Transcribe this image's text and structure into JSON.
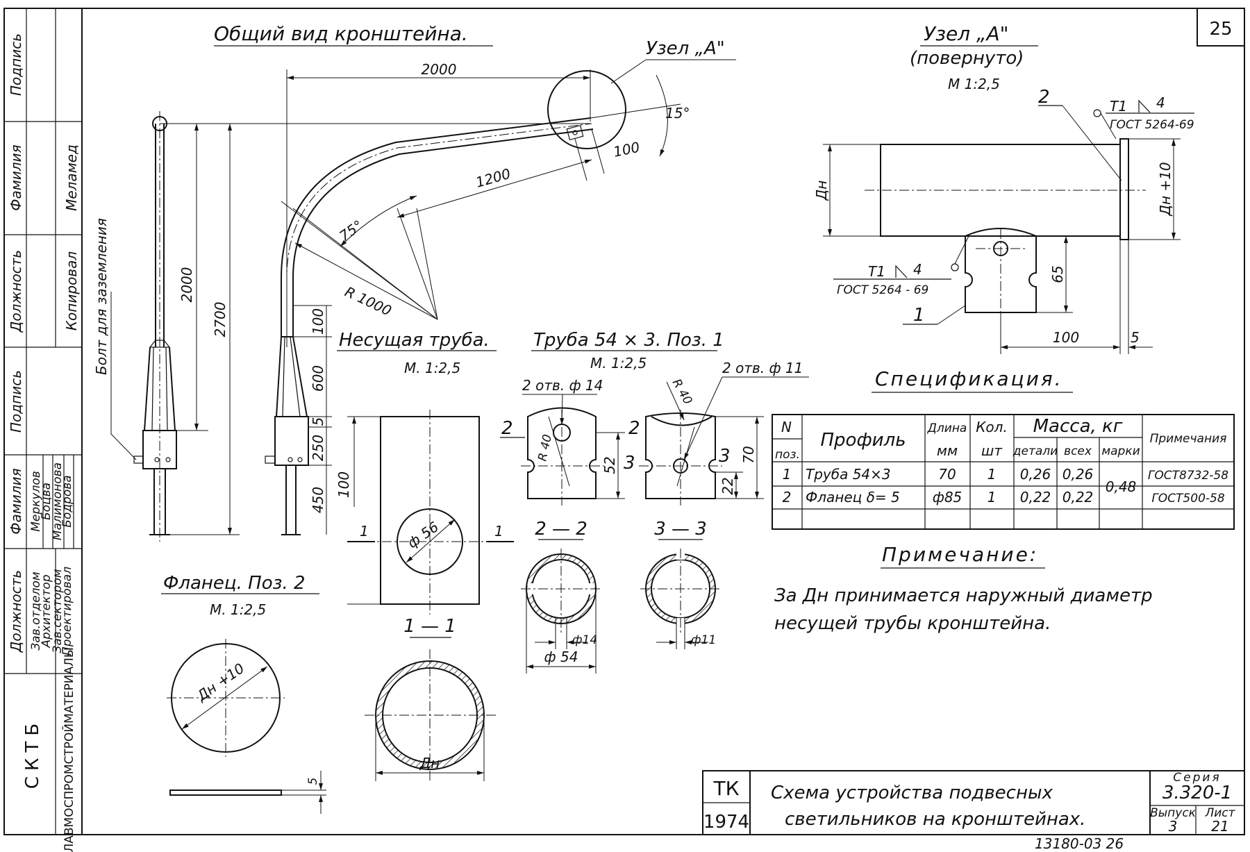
{
  "sheet_number": "25",
  "views": {
    "general_title": "Общий вид кронштейна.",
    "node_callout": "Узел „А\"",
    "node_title": "Узел „А\"",
    "node_subtitle": "(повернуто)",
    "node_scale": "М 1:2,5",
    "pipe_title": "Несущая труба.",
    "pipe_scale": "М. 1:2,5",
    "tube_title": "Труба 54 × 3. Поз. 1",
    "tube_scale": "М. 1:2,5",
    "flange_title": "Фланец. Поз. 2",
    "flange_scale": "М. 1:2,5"
  },
  "dimensions": {
    "d2000_top": "2000",
    "d15deg": "15°",
    "d100_tip": "100",
    "d1200": "1200",
    "d75deg": "75°",
    "r1000": "R 1000",
    "d2000_vert": "2000",
    "d2700": "2700",
    "d100_a": "100",
    "d600": "600",
    "d5": "5",
    "d250": "250",
    "d450": "450",
    "grounding_bolt": "Болт для заземления",
    "d100_pipe": "100",
    "phi56": "ф 56",
    "sec1_left": "1",
    "sec1_right": "1",
    "sec11": "1 — 1",
    "dn_pipe": "Дн",
    "holes14": "2 отв. ф 14",
    "holes11": "2 отв. ф 11",
    "r40_a": "R 40",
    "r40_b": "R 40",
    "d52": "52",
    "d22": "22",
    "d70": "70",
    "mark2_a": "2",
    "mark2_b": "2",
    "mark3_a": "3",
    "mark3_b": "3",
    "sec22": "2 — 2",
    "sec33": "3 — 3",
    "phi14": "ф14",
    "phi54": "ф 54",
    "phi11": "ф11",
    "dn_node": "Дн",
    "dn10_node": "Дн +10",
    "d65": "65",
    "d100_node": "100",
    "d5_node": "5",
    "pos1": "1",
    "pos2": "2",
    "weld_top": "Т1",
    "weld_top_leg": "4",
    "weld_top_std": "ГОСТ 5264-69",
    "weld_bot": "Т1",
    "weld_bot_leg": "4",
    "weld_bot_std": "ГОСТ 5264 - 69",
    "flange_dn10": "Дн +10",
    "flange_5": "5"
  },
  "spec": {
    "title": "Спецификация.",
    "headers": {
      "n": "N",
      "pos": "поз.",
      "profile": "Профиль",
      "length": "Длина",
      "length_unit": "мм",
      "qty": "Кол.",
      "qty_unit": "шт",
      "mass": "Масса, кг",
      "mass_detail": "детали",
      "mass_all": "всех",
      "mass_mark": "марки",
      "note": "Примечания"
    },
    "rows": [
      {
        "pos": "1",
        "profile": "Труба 54×3",
        "length": "70",
        "qty": "1",
        "detail": "0,26",
        "all": "0,26",
        "note": "ГОСТ8732-58"
      },
      {
        "pos": "2",
        "profile": "Фланец δ= 5",
        "length": "ф85",
        "qty": "1",
        "detail": "0,22",
        "all": "0,22",
        "note": "ГОСТ500-58"
      }
    ],
    "mark_total": "0,48"
  },
  "note": {
    "title": "Примечание:",
    "line1": "За Дн принимается наружный диаметр",
    "line2": "несущей трубы кронштейна."
  },
  "title_block": {
    "tk": "ТК",
    "year": "1974",
    "title_line1": "Схема устройства подвесных",
    "title_line2": "светильников на кронштейнах.",
    "series_label": "Серия",
    "series": "3.320-1",
    "issue_label": "Выпуск",
    "issue": "3",
    "sheet_label": "Лист",
    "sheet": "21",
    "archive": "13180-03   26"
  },
  "stamp": {
    "top_headers": [
      "Подпись",
      "Фамилия",
      "Должность",
      "Подпись"
    ],
    "top_names": [
      "",
      "Меламед",
      "Копировал",
      ""
    ],
    "bottom_header_pos": "Должность",
    "bottom_header_name": "Фамилия",
    "positions": [
      "Зав.отделом",
      "Архитектор",
      "Зав.сектором",
      "Проектировал"
    ],
    "names": [
      "Меркулов",
      "Боцва",
      "Малимонова",
      "Бодрова"
    ],
    "org": "СКТБ",
    "ministry": "ГЛАВМОСПРОМСТРОЙМАТЕРИАЛЫ"
  }
}
